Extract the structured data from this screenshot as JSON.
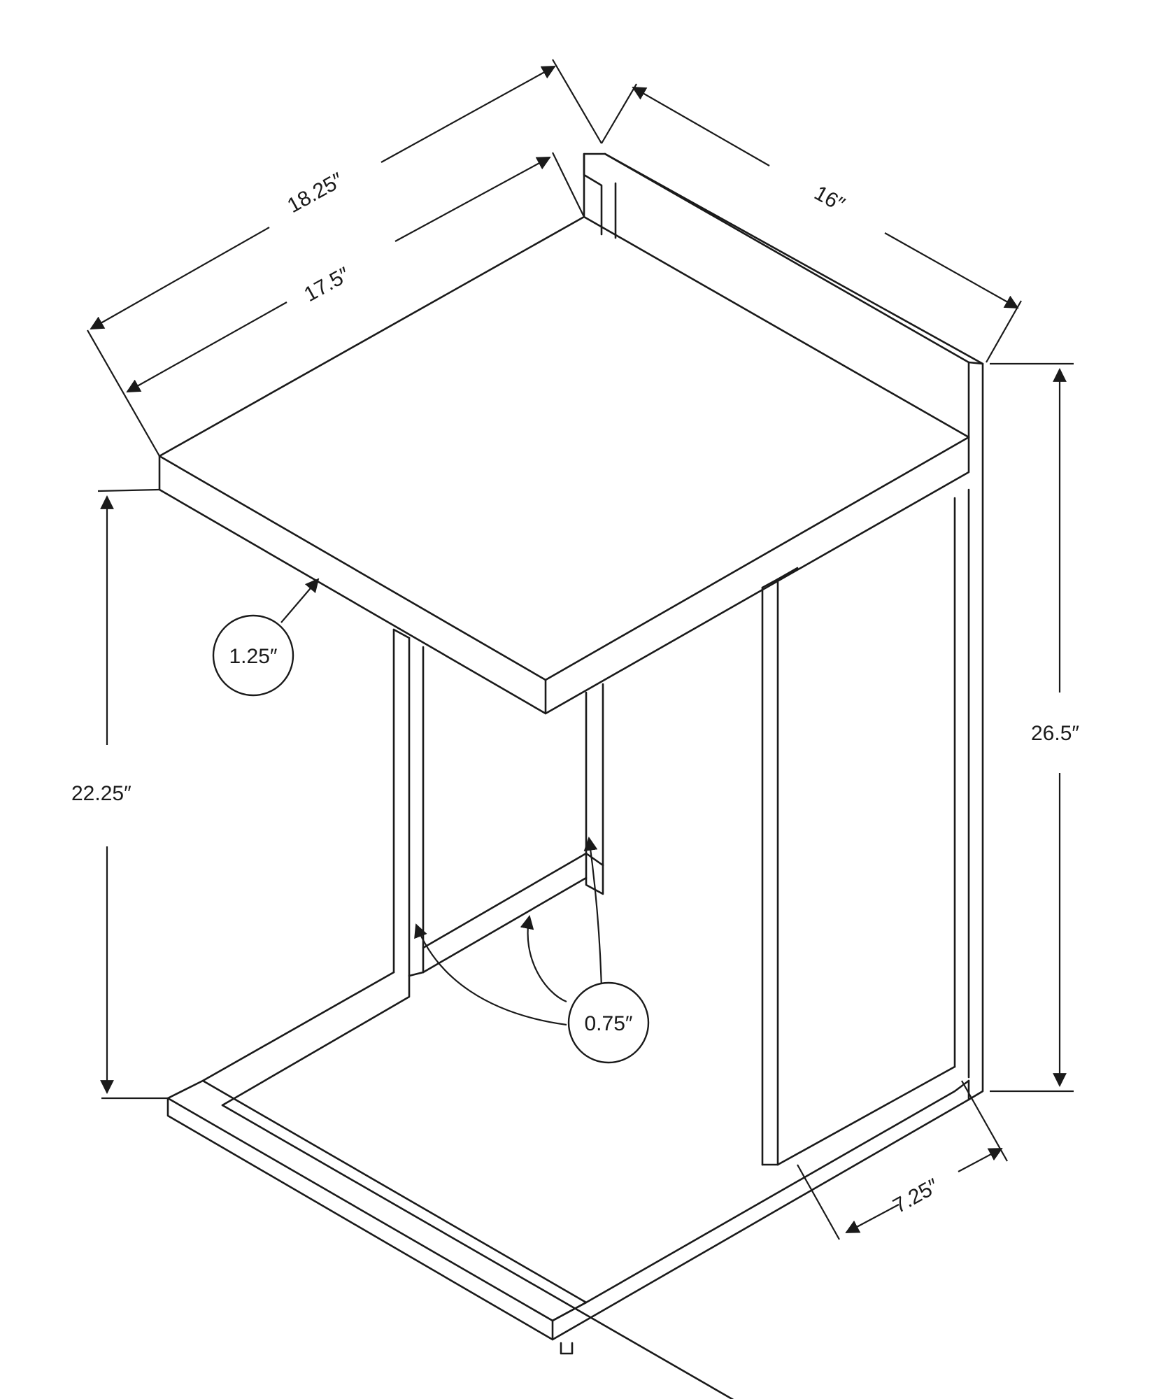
{
  "dimensions": {
    "overall_width": "18.25″",
    "top_width": "17.5″",
    "depth": "16″",
    "overall_height": "26.5″",
    "top_height": "22.25″",
    "top_thickness": "1.25″",
    "frame_thickness": "0.75″",
    "base_clearance": "7.25″"
  },
  "colors": {
    "line": "#1a1a1a",
    "background": "#ffffff"
  }
}
